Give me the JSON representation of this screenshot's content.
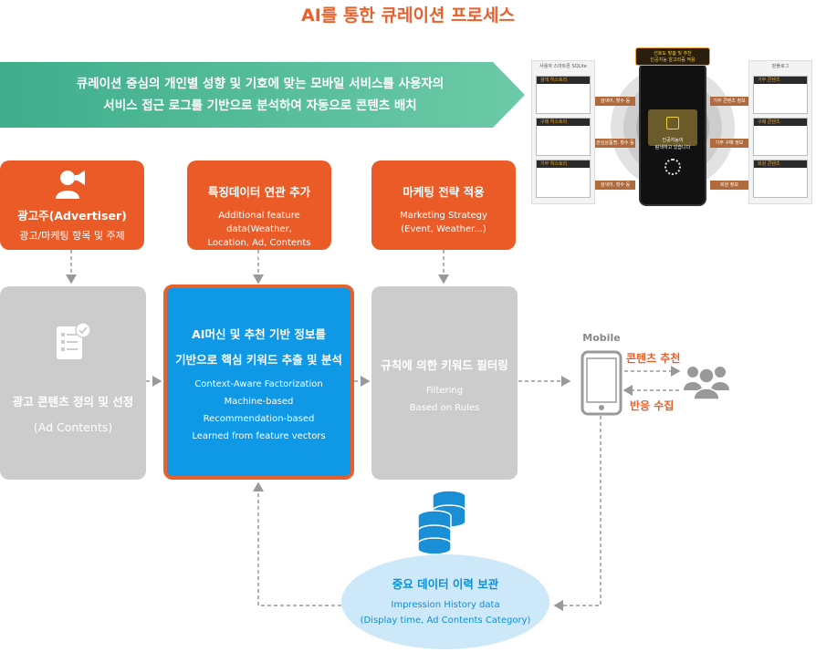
{
  "title": "AI를 통한 큐레이션 프로세스",
  "banner": {
    "line1": "큐레이션 중심의 개인별 성향 및 기호에 맞는 모바일 서비스를 사용자의",
    "line2": "서비스 접근 로그를 기반으로 분석하여 자동으로 콘텐츠 배치"
  },
  "top_boxes": [
    {
      "title": "광고주(Advertiser)",
      "sub": "광고/마케팅 항목 및 주제"
    },
    {
      "title": "특징데이터 연관 추가",
      "sub1": "Additional feature data(Weather,",
      "sub2": "Location, Ad, Contents Category)"
    },
    {
      "title": "마케팅 전략 적용",
      "sub1": "Marketing Strategy",
      "sub2": "(Event, Weather...)"
    }
  ],
  "ad_box": {
    "title": "광고 콘텐츠 정의 및 선정",
    "sub": "(Ad Contents)"
  },
  "ai_box": {
    "title1": "AI머신 및  추천 기반 정보를",
    "title2": "기반으로 핵심 키워드 추출 및 분석",
    "lines": [
      "Context-Aware Factorization",
      "Machine-based",
      "Recommendation-based",
      "Learned from feature vectors"
    ]
  },
  "filter_box": {
    "title": "규칙에 의한 키워드 필터링",
    "sub1": "Filtering",
    "sub2": "Based on Rules"
  },
  "mobile": {
    "label": "Mobile",
    "recommend": "콘텐츠 추천",
    "collect": "반응 수집"
  },
  "history": {
    "title": "중요 데이터 이력 보관",
    "sub1": "Impression History data",
    "sub2": "(Display time, Ad Contents Category)"
  },
  "screenshot": {
    "left_header": "사용자 스마트폰 SQLite",
    "right_header": "판플로그",
    "phone_top1": "선호도 맞춤 및 추천",
    "phone_top2": "인공지능 알고리즘 적용",
    "phone_center1": "인공지능이",
    "phone_center2": "탐색하고 있습니다",
    "left_minis": [
      "검색 히스토리",
      "구매 히스토리",
      "기부 히스토리"
    ],
    "right_minis": [
      "기부 콘텐츠",
      "구매 콘텐츠",
      "회원 콘텐츠"
    ],
    "left_arrows": [
      "검색어, 횟수 등",
      "관심상품명, 횟수 등",
      "검색어, 횟수 등"
    ],
    "right_arrows": [
      "기부 콘텐츠 정보",
      "기부 구매 정보",
      "회원 정보"
    ]
  },
  "colors": {
    "orange": "#ea5b27",
    "teal": "#5cbf98",
    "blue": "#0e98e6",
    "gray": "#cccccc",
    "lightblue": "#cde9f9"
  }
}
